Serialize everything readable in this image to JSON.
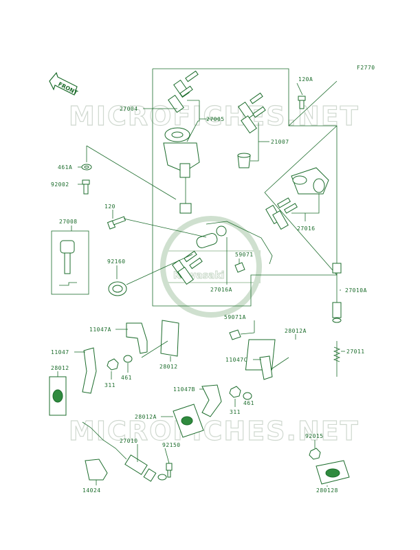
{
  "figure_code": "F2770",
  "front_label": "FRONT",
  "watermark": "MICROFICHES.NET",
  "logo_text": "Kawasaki",
  "colors": {
    "line": "#1a6b2a",
    "watermark": "#cfd8cf",
    "background": "#ffffff"
  },
  "labels": {
    "p27004": "27004",
    "p27005": "27005",
    "p21007": "21007",
    "p120A": "120A",
    "p461A": "461A",
    "p92002": "92002",
    "p120": "120",
    "p27008": "27008",
    "p92160": "92160",
    "p27016A": "27016A",
    "p59071": "59071",
    "p27016": "27016",
    "p27010A": "27010A",
    "p59071A": "59071A",
    "p11047A": "11047A",
    "p11047": "11047",
    "p28012a": "28012",
    "p311a": "311",
    "p461a": "461",
    "p28012b": "28012",
    "p28012A": "28012A",
    "p27011": "27011",
    "p11047C": "11047C",
    "p461b": "461",
    "p11047B": "11047B",
    "p311b": "311",
    "p28012A2": "28012A",
    "p27010": "27010",
    "p92150": "92150",
    "p92015": "92015",
    "p14024": "14024",
    "p280128": "280128"
  }
}
